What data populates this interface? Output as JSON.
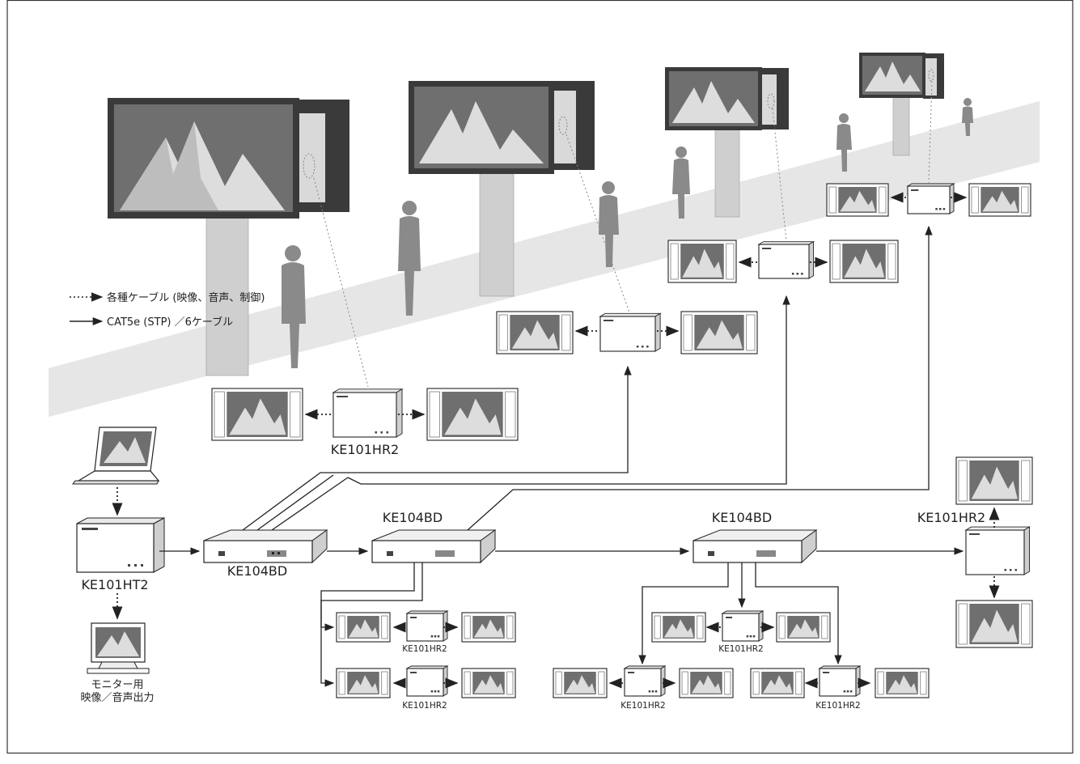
{
  "legend": {
    "dotted_label": "各種ケーブル (映像、音声、制御)",
    "solid_label": "CAT5e (STP) ／6ケーブル"
  },
  "devices": {
    "transmitter": "KE101HT2",
    "booster_1": "KE104BD",
    "booster_2": "KE104BD",
    "booster_3": "KE104BD",
    "receiver_upper": "KE101HR2",
    "receiver_right": "KE101HR2",
    "receiver_b2_top": "KE101HR2",
    "receiver_b2_bottom": "KE101HR2",
    "receiver_b3_left": "KE101HR2",
    "receiver_b3_mid": "KE101HR2",
    "receiver_b3_right": "KE101HR2"
  },
  "monitor_output": {
    "line1": "モニター用",
    "line2": "映像／音声出力"
  },
  "colors": {
    "line": "#222222",
    "screen_fill": "#6f6f6f",
    "mountain_fill": "#dddddd",
    "walkway": "#e6e6e6",
    "pillar": "#cfcfcf",
    "person": "#8a8a8a",
    "frame": "#3a3a3a"
  }
}
